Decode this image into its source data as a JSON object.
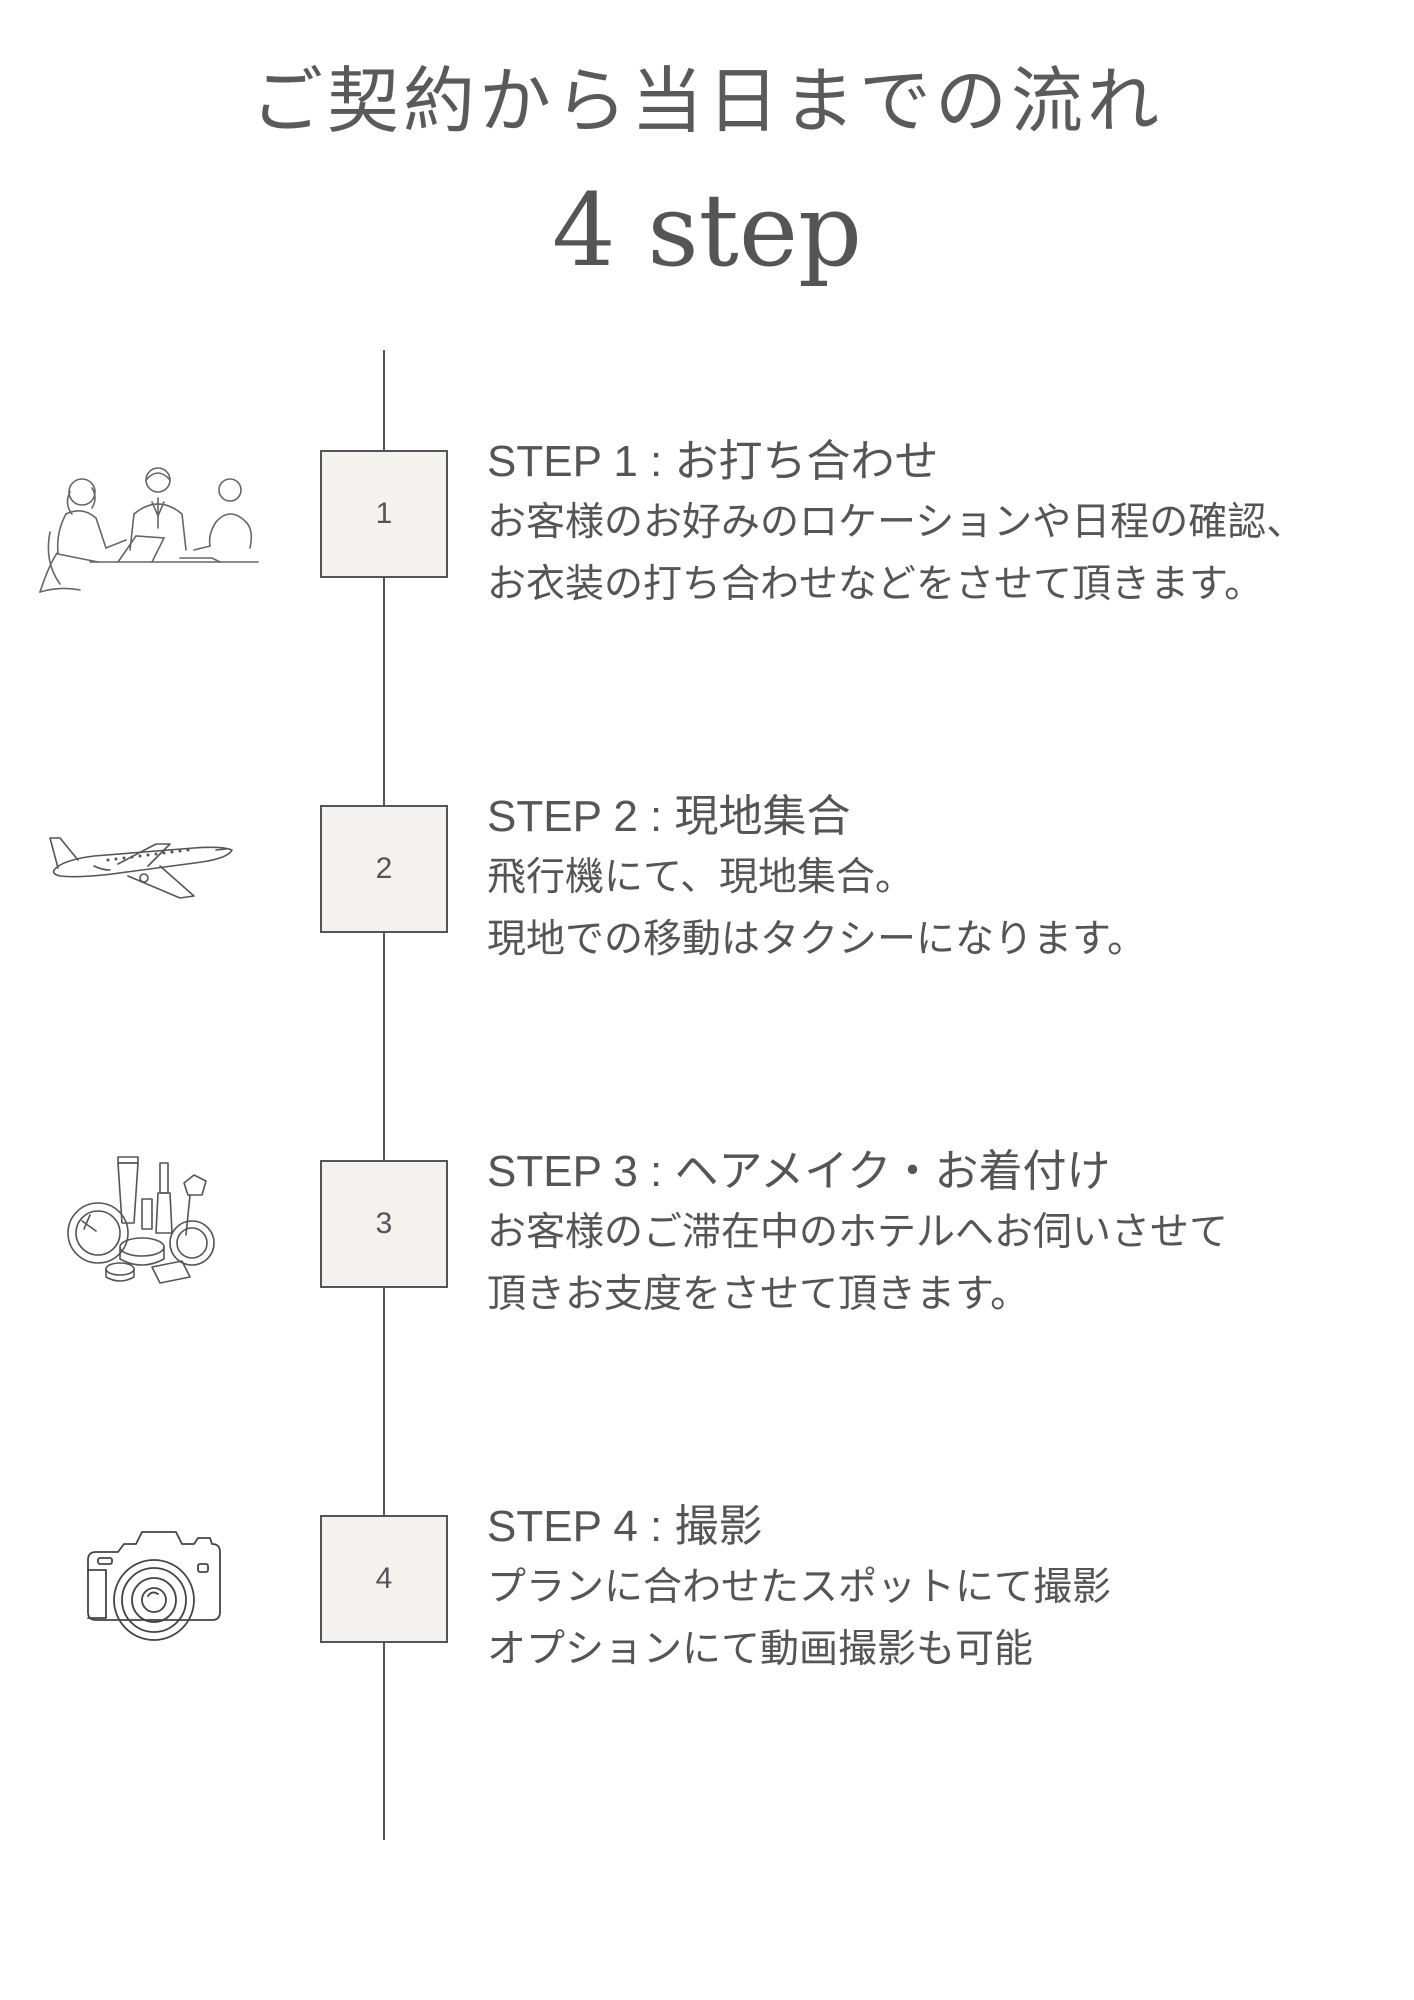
{
  "header": {
    "subtitle": "ご契約から当日までの流れ",
    "title": "4 step"
  },
  "steps": [
    {
      "number": "1",
      "label": "STEP 1 : ",
      "name": "お打ち合わせ",
      "lines": [
        "お客様のお好みのロケーションや日程の確認、",
        "お衣装の打ち合わせなどをさせて頂きます。"
      ],
      "icon": "meeting-icon"
    },
    {
      "number": "2",
      "label": "STEP 2 : ",
      "name": "現地集合",
      "lines": [
        "飛行機にて、現地集合。",
        "現地での移動はタクシーになります。"
      ],
      "icon": "airplane-icon"
    },
    {
      "number": "3",
      "label": "STEP 3 : ",
      "name": "ヘアメイク・お着付け",
      "lines": [
        "お客様のご滞在中のホテルへお伺いさせて",
        "頂きお支度をさせて頂きます。"
      ],
      "icon": "cosmetics-icon"
    },
    {
      "number": "4",
      "label": "STEP 4 : ",
      "name": "撮影",
      "lines": [
        "プランに合わせたスポットにて撮影",
        "オプションにて動画撮影も可能"
      ],
      "icon": "camera-icon"
    }
  ]
}
